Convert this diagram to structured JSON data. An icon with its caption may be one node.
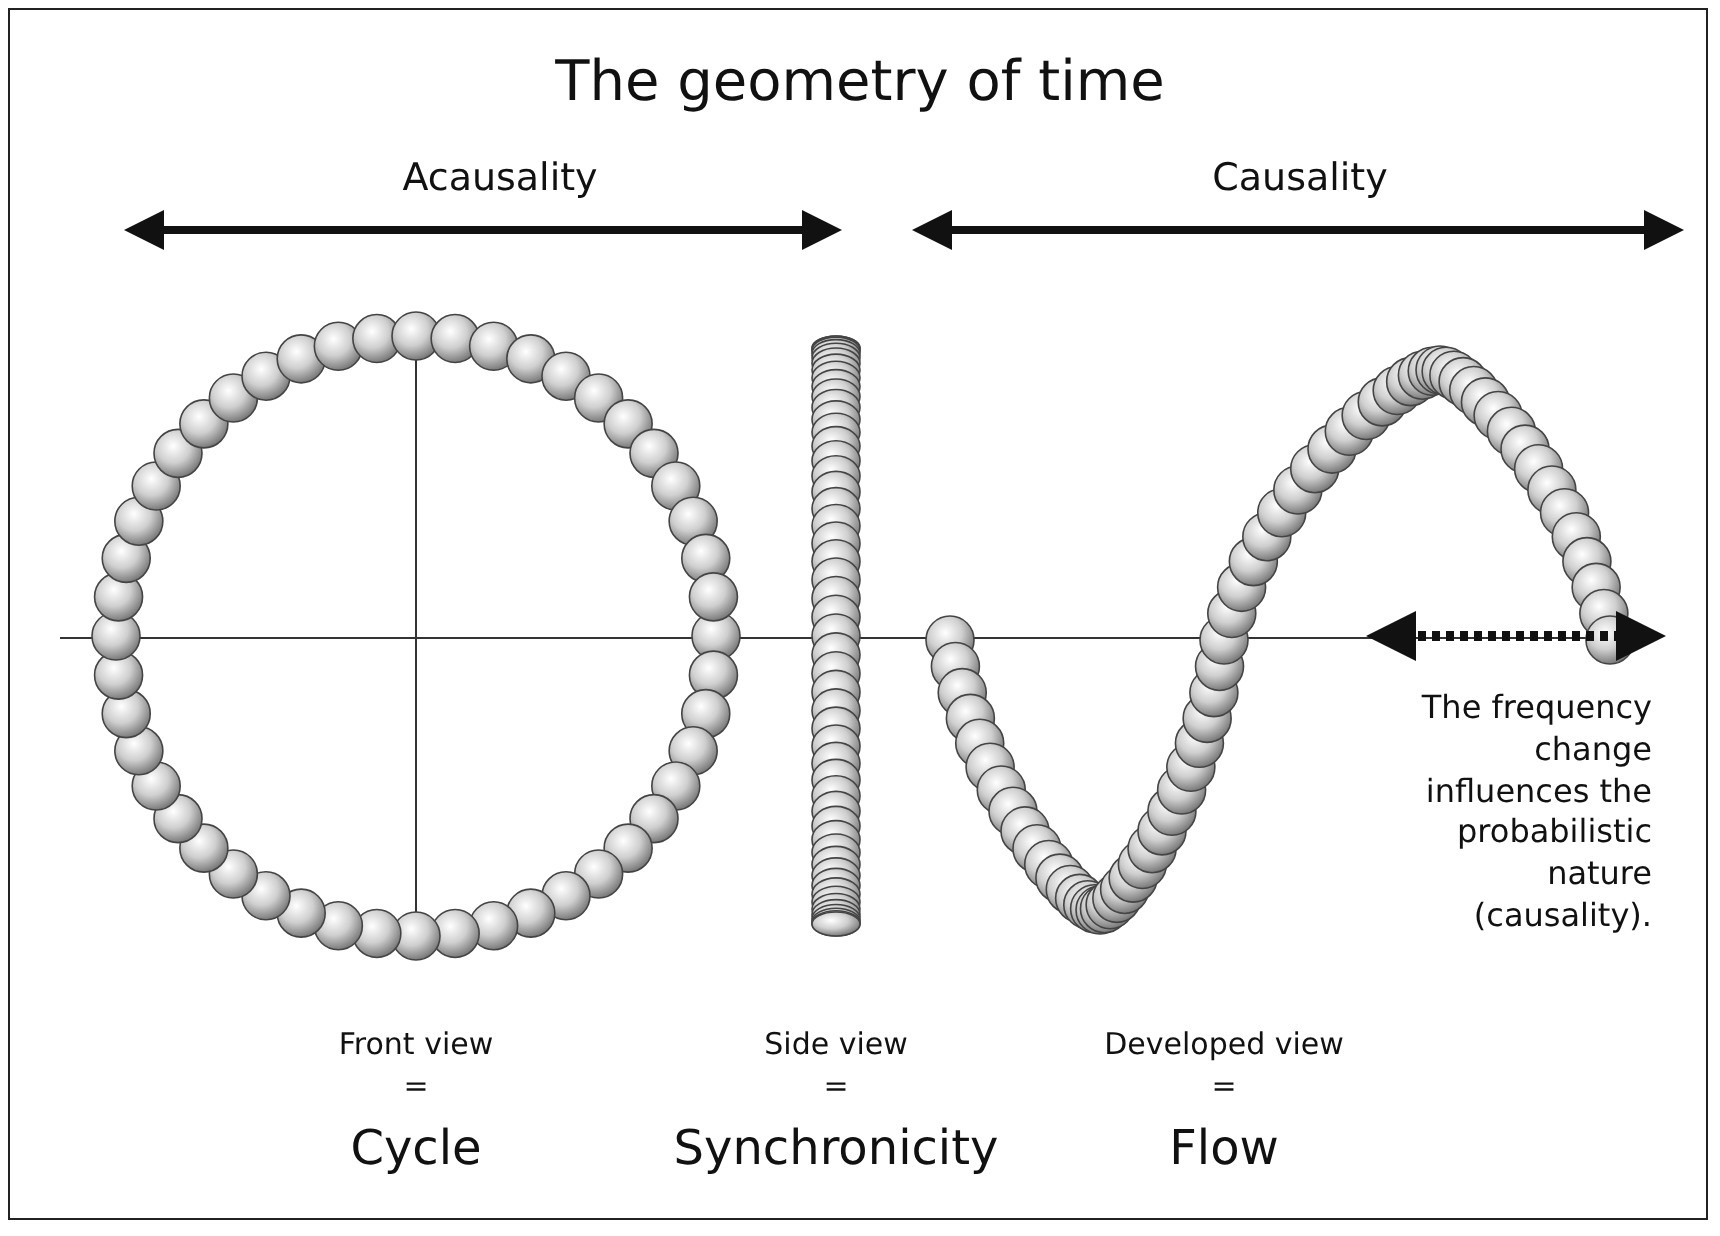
{
  "diagram": {
    "title": "The geometry of time",
    "labels": [
      "Acausality",
      "Causality",
      "The frequency change influences the probabilistic nature (causality).",
      "Front view",
      "=",
      "Cycle",
      "Side view",
      "=",
      "Synchronicity",
      "Developed view",
      "=",
      "Flow"
    ]
  }
}
